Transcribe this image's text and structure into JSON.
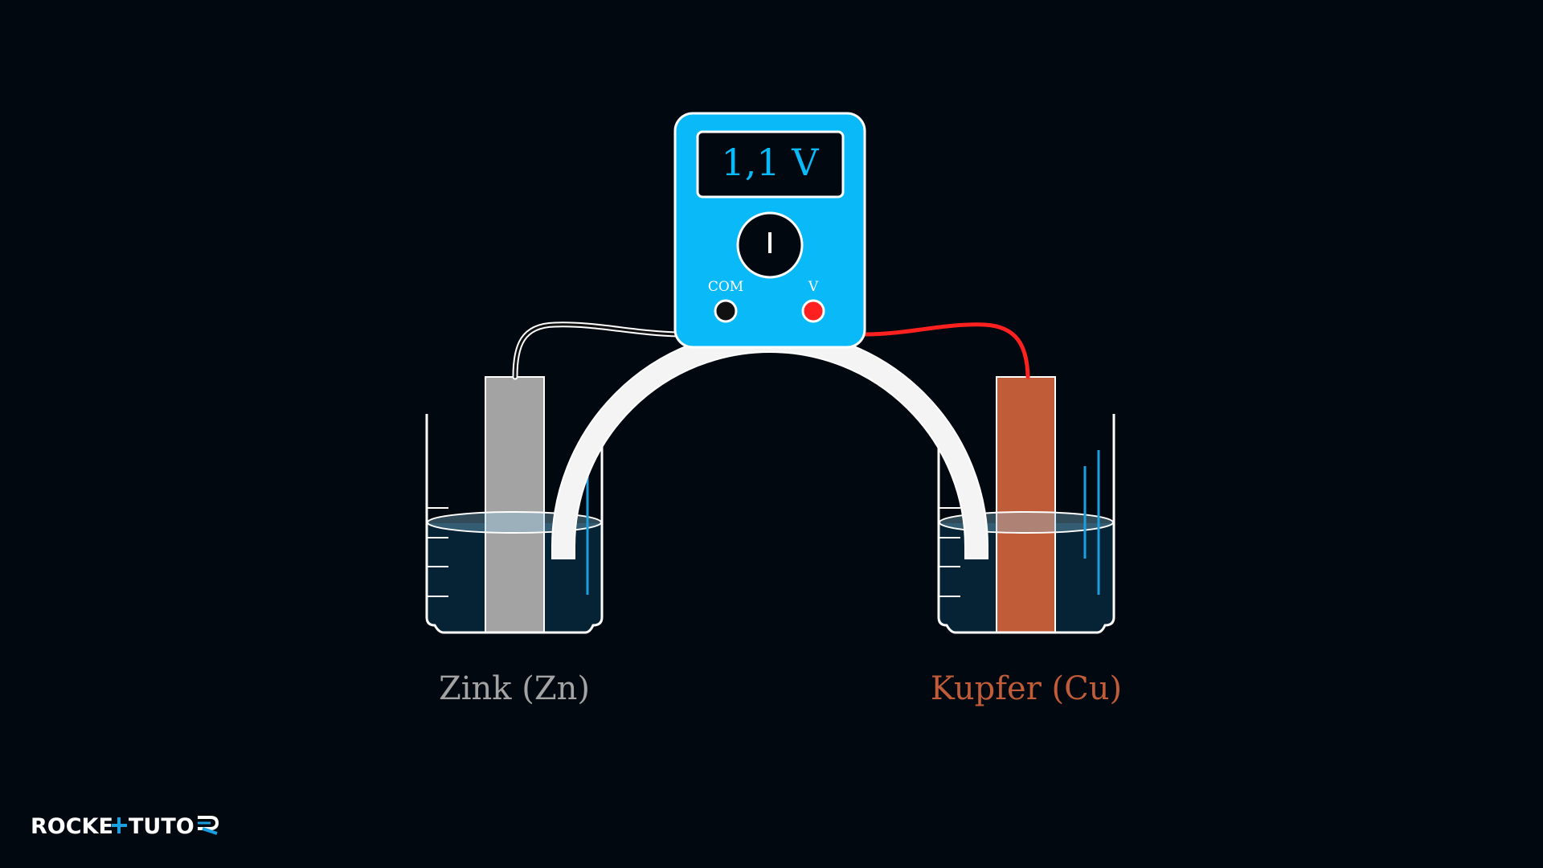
{
  "meter": {
    "reading": "1,1 V",
    "com_label": "COM",
    "v_label": "V"
  },
  "labels": {
    "zinc": "Zink (Zn)",
    "copper": "Kupfer (Cu)"
  },
  "logo": {
    "left": "ROCKE",
    "right": "TUTO"
  },
  "colors": {
    "background": "#02080f",
    "meter_body": "#0ab9f7",
    "zinc": "#a3a3a3",
    "copper": "#c05c38",
    "solution": "#062235",
    "wire_red": "#ff2020",
    "accent_blue": "#1aa0e0"
  }
}
